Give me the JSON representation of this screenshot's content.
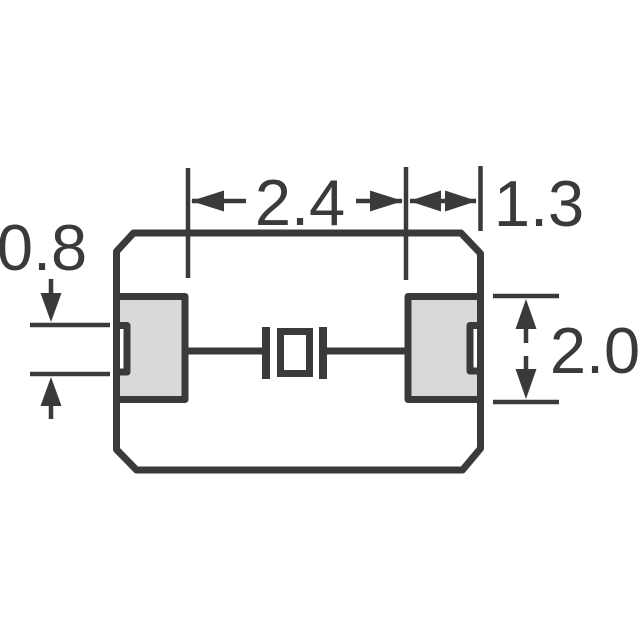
{
  "drawing": {
    "title": "smd-crystal-package-footprint-dimension-drawing",
    "background_color": "#ffffff",
    "line_color": "#3a3a3c",
    "pad_fill_color": "#d9d9db",
    "dimensions": {
      "pad_inner_gap": {
        "label": "2.4"
      },
      "pad_width": {
        "label": "1.3"
      },
      "notch_height": {
        "label": "0.8"
      },
      "pad_height": {
        "label": "2.0"
      }
    },
    "parts": [
      "component-body-outline",
      "left-pad",
      "right-pad",
      "crystal-schematic-symbol"
    ]
  }
}
